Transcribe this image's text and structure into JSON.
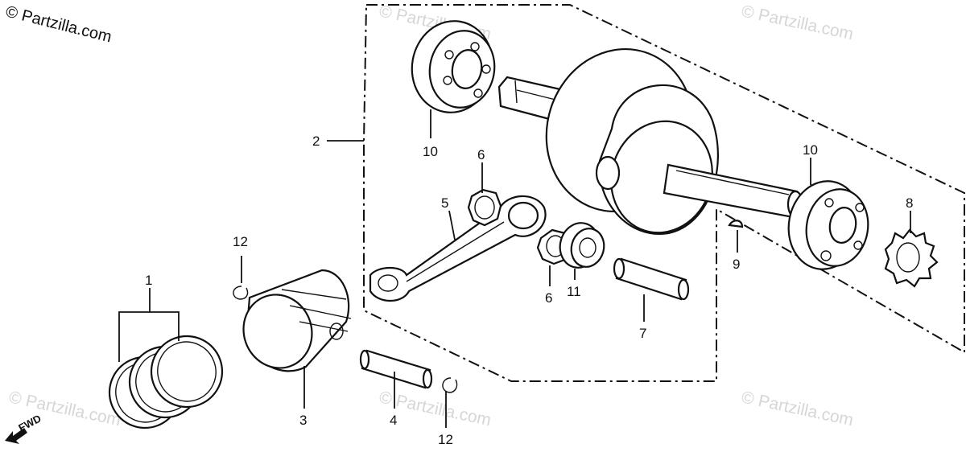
{
  "watermarks": {
    "top_left": "© Partzilla.com",
    "repeat": "© Partzilla.com"
  },
  "direction_marker": "FWD",
  "callouts": [
    {
      "id": "c1",
      "label": "1"
    },
    {
      "id": "c2",
      "label": "2"
    },
    {
      "id": "c3",
      "label": "3"
    },
    {
      "id": "c4",
      "label": "4"
    },
    {
      "id": "c5",
      "label": "5"
    },
    {
      "id": "c6a",
      "label": "6"
    },
    {
      "id": "c6b",
      "label": "6"
    },
    {
      "id": "c7",
      "label": "7"
    },
    {
      "id": "c8",
      "label": "8"
    },
    {
      "id": "c9",
      "label": "9"
    },
    {
      "id": "c10a",
      "label": "10"
    },
    {
      "id": "c10b",
      "label": "10"
    },
    {
      "id": "c11",
      "label": "11"
    },
    {
      "id": "c12a",
      "label": "12"
    },
    {
      "id": "c12b",
      "label": "12"
    }
  ]
}
